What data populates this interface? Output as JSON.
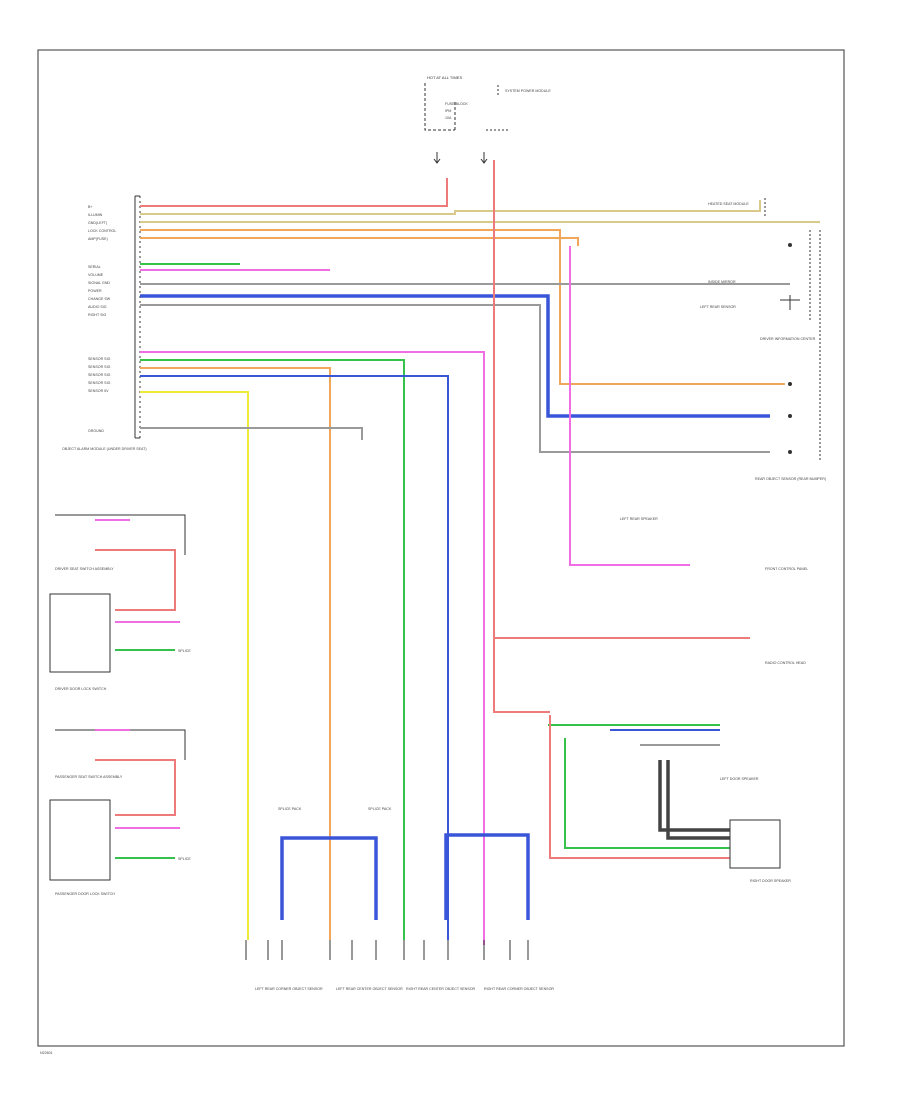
{
  "colors": {
    "red": "#ef7a7a",
    "pink": "#f06de6",
    "green": "#36c24a",
    "blue": "#3a56d8",
    "orange": "#f2a65a",
    "yellow": "#eeea3a",
    "gray": "#9a9a9a",
    "tan": "#d9c98a",
    "frame": "#555555"
  },
  "top": {
    "fuse_block": "HOT AT ALL TIMES",
    "fuse_label": "FUSE BLOCK",
    "fuse_sub": "IPM",
    "fuse_num": "10A",
    "bcm_note": "SYSTEM POWER MODULE"
  },
  "module": {
    "pins_upper": [
      "B+",
      "ILLUMIN",
      "GND(LEFT)",
      "LOCK CONTROL",
      "AMP(FUSE)",
      "SERIAL",
      "VOLUME",
      "SIGNAL GND",
      "POWER",
      "CHANGE SW",
      "AUDIO SIG",
      "RIGHT SIG"
    ],
    "pins_lower": [
      "SENSOR SIG",
      "SENSOR SIG",
      "SENSOR SIG",
      "SENSOR SIG",
      "SENSOR 5V",
      "GROUND"
    ],
    "name": "OBJECT ALARM MODULE (UNDER DRIVER SEAT)"
  },
  "left_components": {
    "driver_switch": "DRIVER SEAT SWITCH ASSEMBLY",
    "driver_lock": "DRIVER DOOR LOCK SWITCH",
    "passenger_switch": "PASSENGER SEAT SWITCH ASSEMBLY",
    "passenger_lock": "PASSENGER DOOR LOCK SWITCH",
    "splice": "SPLICE",
    "splice2": "SPLICE"
  },
  "right_components": {
    "heated_seat": "HEATED SEAT MODULE",
    "inside_mirror": "INSIDE MIRROR",
    "left_rear_sensor_note": "LEFT REAR SENSOR",
    "driver_info": "DRIVER INFORMATION CENTER",
    "rear_object_sensor": "REAR OBJECT SENSOR (REAR BUMPER)",
    "left_rear_speaker": "LEFT REAR SPEAKER",
    "front_panel": "FRONT CONTROL PANEL",
    "radio_note": "RADIO CONTROL HEAD",
    "left_door_speaker": "LEFT DOOR SPEAKER",
    "right_door_speaker": "RIGHT DOOR SPEAKER"
  },
  "bottom_sensors": [
    "LEFT REAR CORNER OBJECT SENSOR",
    "LEFT REAR CENTER OBJECT SENSOR",
    "RIGHT REAR CENTER OBJECT SENSOR",
    "RIGHT REAR CORNER OBJECT SENSOR"
  ],
  "splice_pack_labels": [
    "SPLICE PACK",
    "SPLICE PACK"
  ],
  "footer_code": "N22601"
}
